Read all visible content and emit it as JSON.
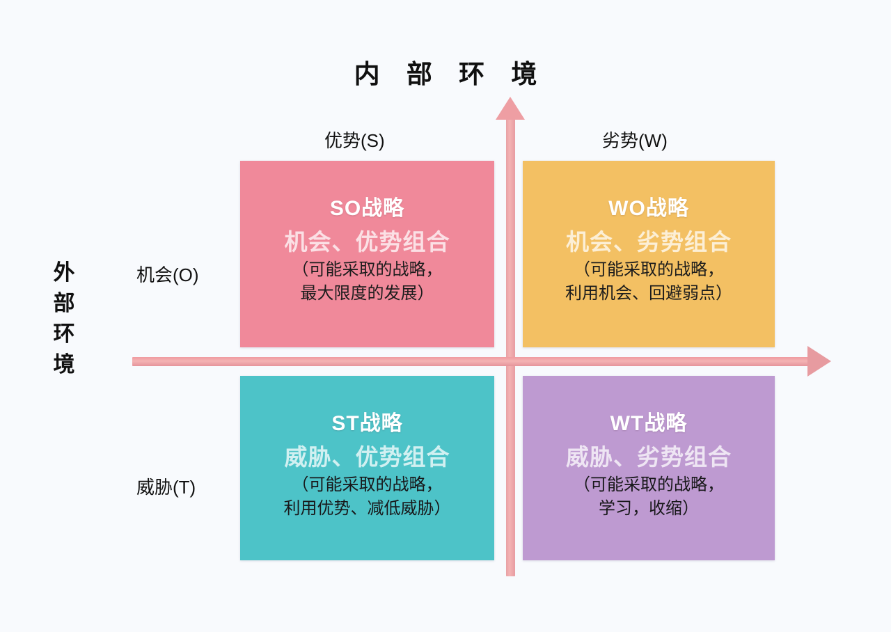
{
  "diagram": {
    "type": "swot-matrix",
    "top_axis_title": "内 部 环 境",
    "left_axis_title_chars": [
      "外",
      "部",
      "环",
      "境"
    ],
    "axis_labels": {
      "strengths": "优势(S)",
      "weaknesses": "劣势(W)",
      "opportunities": "机会(O)",
      "threats": "威胁(T)"
    },
    "colors": {
      "background": "#f8fafd",
      "axis": "#ef9ba0",
      "so": "#f0899a",
      "wo": "#f3c063",
      "st": "#4dc3c8",
      "wt": "#be9ad1",
      "title_text": "#101010"
    },
    "quadrants": [
      {
        "key": "so",
        "title": "SO战略",
        "subtitle": "机会、优势组合",
        "note_line1": "（可能采取的战略，",
        "note_line2": "最大限度的发展）"
      },
      {
        "key": "wo",
        "title": "WO战略",
        "subtitle": "机会、劣势组合",
        "note_line1": "（可能采取的战略，",
        "note_line2": "利用机会、回避弱点）"
      },
      {
        "key": "st",
        "title": "ST战略",
        "subtitle": "威胁、优势组合",
        "note_line1": "（可能采取的战略，",
        "note_line2": "利用优势、减低威胁）"
      },
      {
        "key": "wt",
        "title": "WT战略",
        "subtitle": "威胁、劣势组合",
        "note_line1": "（可能采取的战略，",
        "note_line2": "学习，收缩）"
      }
    ]
  }
}
